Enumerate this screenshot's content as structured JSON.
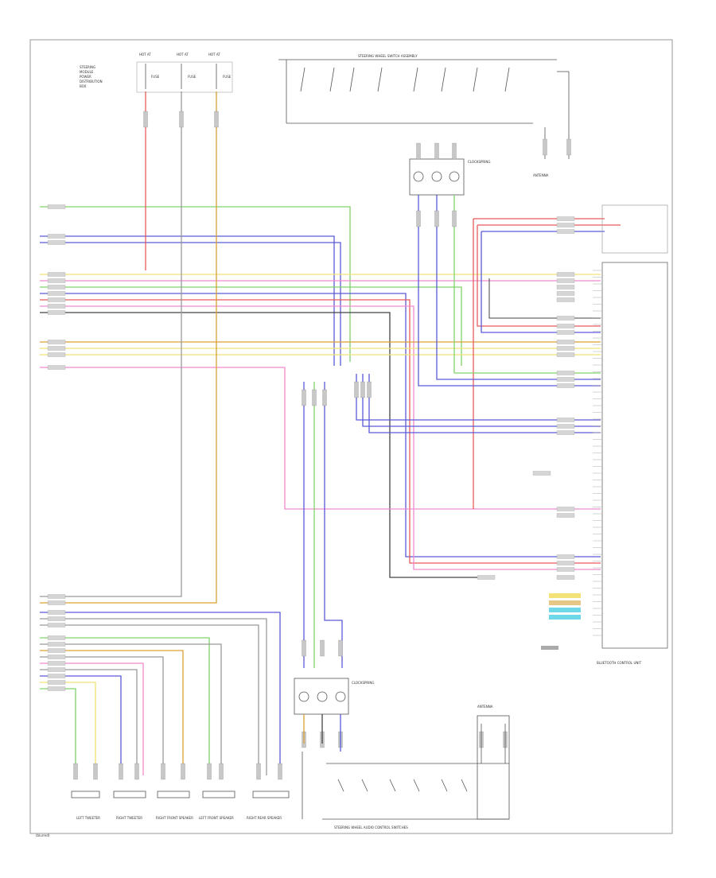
{
  "footer": {
    "code": "(blurred)"
  },
  "labels": {
    "switch_top": "STEERING WHEEL SWITCH ASSEMBLY",
    "switch_bottom": "STEERING WHEEL AUDIO CONTROL SWITCHES",
    "clockspring_top": "CLOCKSPRING",
    "clockspring_bottom": "CLOCKSPRING",
    "module": "BLUETOOTH CONTROL UNIT",
    "antenna": "ANTENNA",
    "speaker_1": "LEFT TWEETER",
    "speaker_2": "RIGHT TWEETER",
    "speaker_3": "RIGHT FRONT SPEAKER",
    "speaker_4": "LEFT FRONT SPEAKER",
    "speaker_5": "RIGHT REAR SPEAKER"
  },
  "colors": {
    "green": "#7fd36a",
    "blue": "#5a5ad6",
    "yellow": "#f2e277",
    "pink": "#f28ad0",
    "gray": "#9a9a9a",
    "dark": "#444444",
    "red": "#e85a5a",
    "orange": "#d9a035",
    "cyan": "#6ed8e8"
  }
}
